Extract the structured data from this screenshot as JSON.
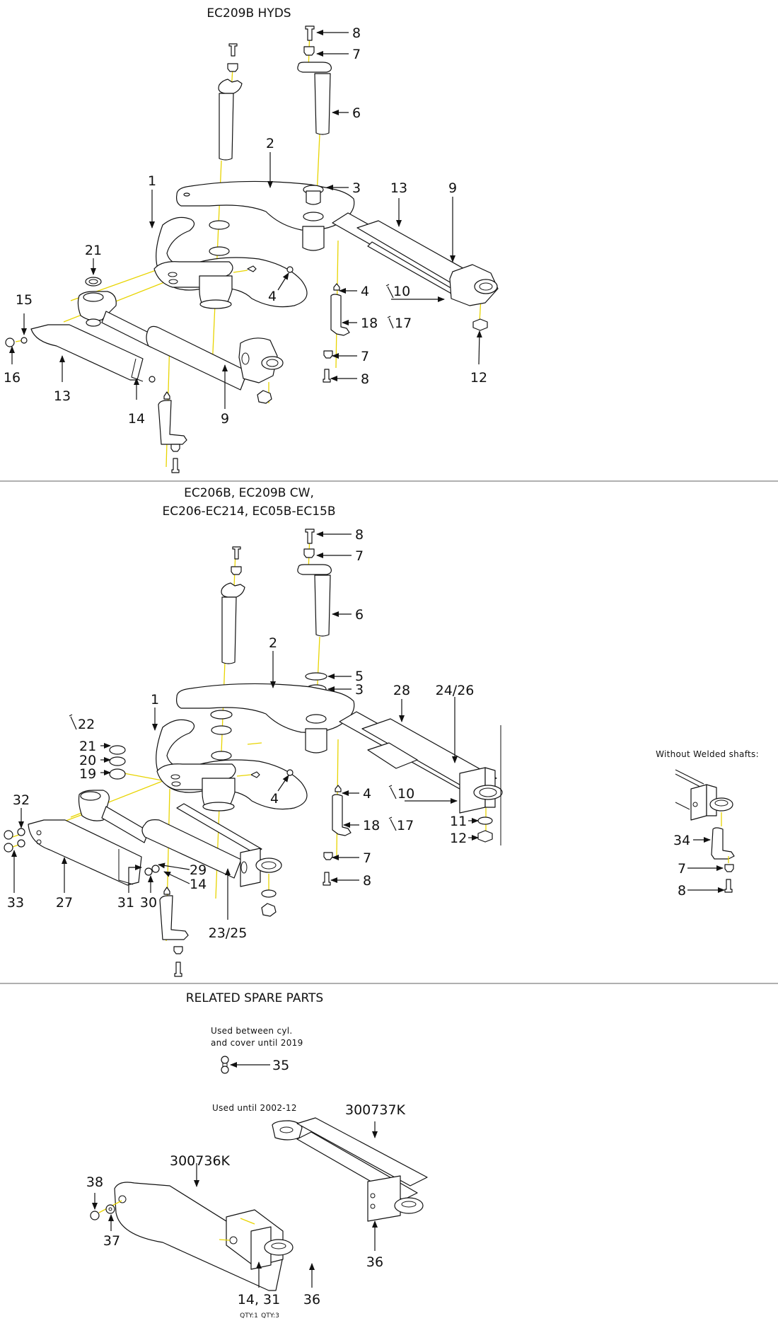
{
  "sections": [
    {
      "title": "EC209B HYDS",
      "callouts": [
        "8",
        "7",
        "6",
        "2",
        "3",
        "1",
        "13",
        "9",
        "21",
        "15",
        "4",
        "4",
        "10",
        "18",
        "17",
        "7",
        "8",
        "12",
        "16",
        "13",
        "14",
        "9"
      ]
    },
    {
      "title_lines": [
        "EC206B, EC209B CW,",
        "EC206-EC214, EC05B-EC15B"
      ],
      "callouts": [
        "8",
        "7",
        "6",
        "2",
        "5",
        "3",
        "28",
        "24/26",
        "1",
        "22",
        "21",
        "20",
        "19",
        "32",
        "4",
        "4",
        "10",
        "18",
        "17",
        "11",
        "12",
        "7",
        "8",
        "33",
        "27",
        "31",
        "30",
        "29",
        "14",
        "23/25"
      ],
      "inset": {
        "caption": "Without Welded shafts:",
        "callouts": [
          "34",
          "7",
          "8"
        ]
      }
    },
    {
      "title": "RELATED SPARE PARTS",
      "note_35": [
        "Used between cyl.",
        "and cover until 2019"
      ],
      "callout_35": "35",
      "note_old": "Used until 2002-12",
      "part_a": "300737K",
      "part_b": "300736K",
      "callouts": [
        "38",
        "37",
        "36",
        "36"
      ],
      "combo_label": "14, 31",
      "qty_labels": [
        "QTY:1",
        "QTY:3"
      ]
    }
  ],
  "colors": {
    "guide": "#e8d400",
    "separator": "#b0b0b0",
    "ink": "#111111"
  }
}
